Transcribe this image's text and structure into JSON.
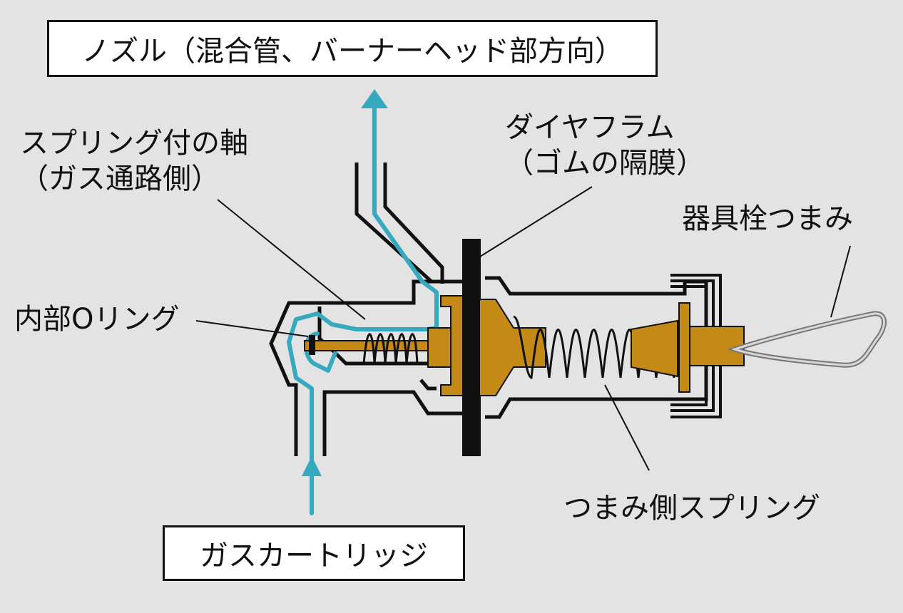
{
  "labels": {
    "nozzle": "ノズル（混合管、バーナーヘッド部方向）",
    "shaft_line1": "スプリング付の軸",
    "shaft_line2": "（ガス通路側）",
    "diaphragm_line1": "ダイヤフラム",
    "diaphragm_line2": "（ゴムの隔膜）",
    "knob": "器具栓つまみ",
    "oring": "内部Oリング",
    "knob_spring": "つまみ側スプリング",
    "cartridge": "ガスカートリッジ"
  },
  "colors": {
    "background": "#e3e3e3",
    "gas_flow": "#36a9be",
    "brass": "#c58a16",
    "outline": "#111111",
    "knob_wire": "#c8c8c8"
  }
}
